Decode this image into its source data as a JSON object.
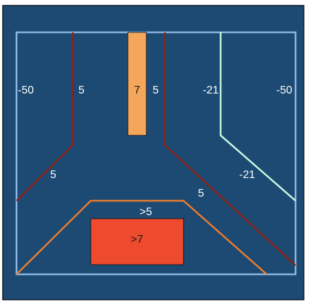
{
  "colors": {
    "background": "#1d4a72",
    "frame": "#101a26",
    "outer_border": "#8db8e6",
    "dark_red_line": "#8b2118",
    "mint_line": "#c9f7de",
    "orange_line": "#ee7d2c",
    "orange_block": "#f4a65a",
    "red_block": "#ee4a2d"
  },
  "labels": {
    "left_edge": "-50",
    "left_line": "5",
    "block_value": "7",
    "right_of_block": "5",
    "mint_line": "-21",
    "right_edge": "-50",
    "left_diagonal": "5",
    "mint_diagonal": "-21",
    "right_diagonal": "5",
    "orange_trapezoid": ">5",
    "red_block": ">7"
  }
}
